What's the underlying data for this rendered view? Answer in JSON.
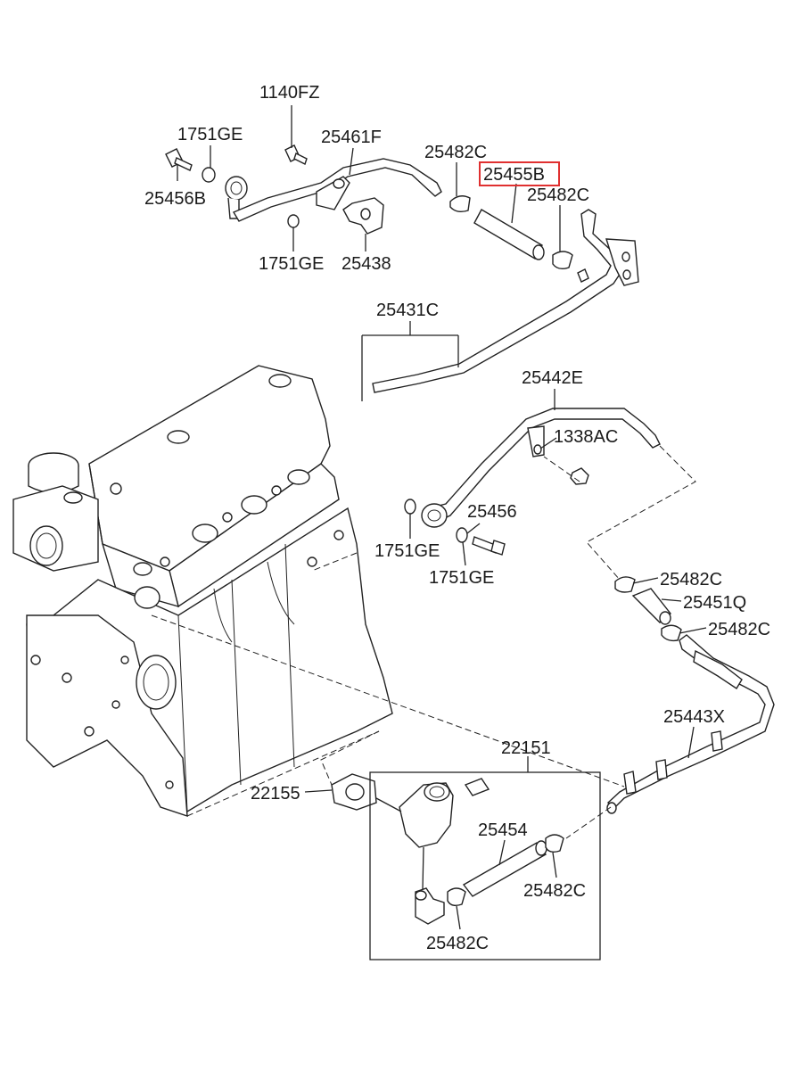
{
  "labels": {
    "p1140FZ": "1140FZ",
    "p1751GE_top": "1751GE",
    "p25461F": "25461F",
    "p25482C_top_left": "25482C",
    "p25455B": "25455B",
    "p25482C_top_right": "25482C",
    "p25456B": "25456B",
    "p1751GE_mid": "1751GE",
    "p25438": "25438",
    "p25431C": "25431C",
    "p25442E": "25442E",
    "p1338AC": "1338AC",
    "p25456": "25456",
    "p1751GE_left": "1751GE",
    "p1751GE_right": "1751GE",
    "p25482C_mid_upper": "25482C",
    "p25451Q": "25451Q",
    "p25482C_mid_lower": "25482C",
    "p25443X": "25443X",
    "p22151": "22151",
    "p22155": "22155",
    "p25454": "25454",
    "p25482C_bottom_right": "25482C",
    "p25482C_bottom": "25482C"
  },
  "highlight": {
    "part": "25455B",
    "color": "#e03030"
  }
}
